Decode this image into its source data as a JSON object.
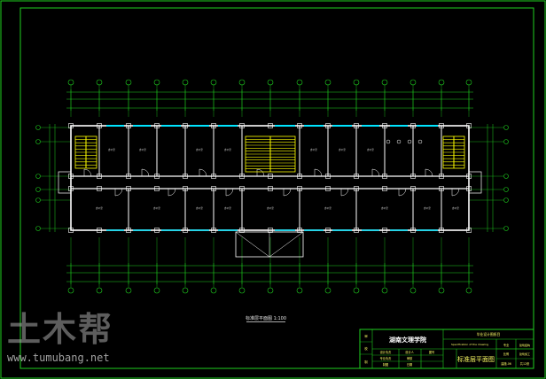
{
  "drawing": {
    "plan_caption": "标准层平面图 1:100",
    "room_label": "办公室"
  },
  "title_block": {
    "school": "湖南文理学院",
    "project_label": "毕业设计图纸目",
    "project_sub": "Specification of the drawing",
    "drawing_name": "标准层平面图",
    "cells": [
      {
        "key": "设计人",
        "label": "设计人"
      },
      {
        "key": "审核",
        "label": "审核"
      },
      {
        "key": "日期",
        "label": "日期"
      },
      {
        "key": "图号",
        "label": "图号"
      },
      {
        "key": "专业",
        "label": "专业"
      },
      {
        "key": "比例",
        "label": "比例"
      },
      {
        "key": "建筑结构",
        "label": "建筑结构"
      },
      {
        "key": "建筑施工",
        "label": "建筑施工"
      },
      {
        "key": "建施-06",
        "label": "建施-06"
      },
      {
        "key": "共12张",
        "label": "共12张"
      }
    ],
    "side_col": [
      "审",
      "校",
      "制"
    ],
    "mid_col": [
      "设计负责",
      "专业负责",
      "制图"
    ]
  },
  "watermark": {
    "logo": "土木帮",
    "url": "www.tumubang.net"
  },
  "colors": {
    "background": "#000000",
    "wall": "#ffffff",
    "grid": "#1fd11f",
    "window": "#00e5ff",
    "stair": "#ffff00",
    "frame": "#1fd11f"
  }
}
